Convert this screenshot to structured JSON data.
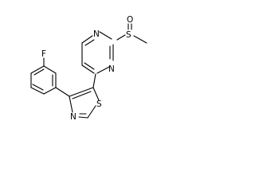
{
  "molecule": {
    "atoms": {
      "F": "F",
      "S_sulfoxide": "S",
      "O": "O",
      "N_pyrimidine_upper": "N",
      "N_pyrimidine_lower": "N",
      "S_thiazole": "S",
      "N_thiazole": "N"
    }
  }
}
